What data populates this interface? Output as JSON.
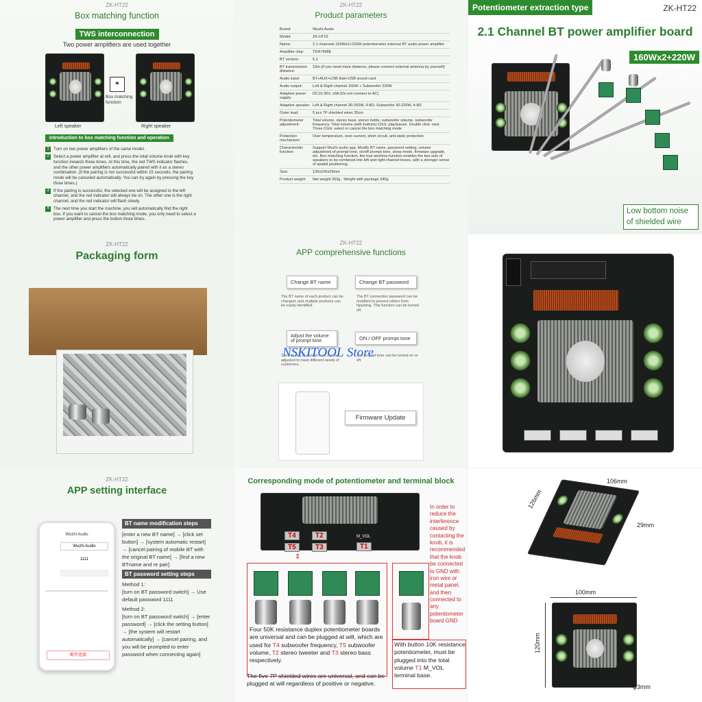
{
  "common": {
    "model": "ZK-HT22",
    "model_tagged": "ZK-HT22"
  },
  "panel1": {
    "title": "Box matching function",
    "banner": "TWS interconnection",
    "subtitle": "Two power amplifiers are used together",
    "left_label": "Left speaker",
    "right_label": "Right speaker",
    "middle_label": "Box matching function",
    "intro": "Introduction to box matching function and operation",
    "steps": [
      "Turn on two power amplifiers of the same model.",
      "Select a power amplifier at will, and press the total volume knob with key function inwards three times. At this time, the red TWS indicator flashes, and the other power amplifiers automatically paired with it as a stereo combination. (if the pairing is not successful within 15 seconds, the pairing mode will be canceled automatically. You can try again by pressing the key three times.)",
      "If the pairing is successful, the selected one will be assigned to the left channel, and the red indicator will always be on. The other one is the right channel, and the red indicator will flash slowly.",
      "The next time you start the machine, you will automatically find the right box. If you want to cancel the box matching mode, you only need to select a power amplifier and press the button three times."
    ]
  },
  "panel2": {
    "title": "Product parameters",
    "rows": [
      {
        "k": "Brand:",
        "v": "Wuzhi Audio"
      },
      {
        "k": "Model:",
        "v": "ZK-HT22"
      },
      {
        "k": "Name:",
        "v": "2.1 channels 160Wx2+220W potentiometer external BT audio power amplifier"
      },
      {
        "k": "Amplifier chip:",
        "v": "TDA7498E"
      },
      {
        "k": "BT version:",
        "v": "5.1"
      },
      {
        "k": "BT transmission distance:",
        "v": "10m (if you need more distance, please connect external antenna by yourself)"
      },
      {
        "k": "Audio input:",
        "v": "BT+AUX+USB disk+USB sound card"
      },
      {
        "k": "Audio output:",
        "v": "Left & Right channel 160W + Subwoofer 220W"
      },
      {
        "k": "Adaptive power supply:",
        "v": "DC15-36V, ≥9A (Do not connect to AC)"
      },
      {
        "k": "Adaptive speaker:",
        "v": "Left & Right channel 30-200W, 4-8Ω; Subwoofer 30-220W, 4-8Ω"
      },
      {
        "k": "Outer lead:",
        "v": "5 pcs 7P shielded wires 35cm"
      },
      {
        "k": "Potentiometer adjustment:",
        "v": "Total volume, stereo bass, stereo treble, subwoofer volume, subwoofer frequency. Total volume (with buttons) Click: play/pause. Double click: next. Three Click: select or cancel the box matching mode"
      },
      {
        "k": "Protection mechanism:",
        "v": "Over temperature, over-current, short circuit, anti-static protection"
      },
      {
        "k": "Characteristic function:",
        "v": "Support Wuzhi audio app. Modify BT name, password setting, volume adjustment of prompt tone, on/off prompt tone, sleep mode, firmware upgrade, etc. Box matching function, the true wireless function enables the two sets of speakers to be combined into left and right channel boxes, with a stronger sense of spatial positioning."
      },
      {
        "k": "Size:",
        "v": "126x106x29mm"
      },
      {
        "k": "Product weight:",
        "v": "Net weight 263g , Weight with package 340g"
      }
    ]
  },
  "panel3": {
    "banner": "Potentiometer extraction type",
    "title": "2.1 Channel BT power amplifier board",
    "power": "160Wx2+220W",
    "note": "Low bottom noise of shielded wire"
  },
  "panel4": {
    "title": "Packaging form"
  },
  "panel5": {
    "title": "APP comprehensive functions",
    "items": [
      {
        "label": "Change BT name",
        "desc": "The BT name of each product can be changed, and multiple products can be easily identified."
      },
      {
        "label": "Change BT password",
        "desc": "The BT connection password can be modified to prevent others from hijacking. This function can be turned off."
      },
      {
        "label": "Adjust the volume of prompt tone",
        "desc": "The volume of prompt tone can be adjusted to meet different needs of customers."
      },
      {
        "label": "ON / OFF prompt tone",
        "desc": "The prompt tone can be turned on or off."
      }
    ],
    "firmware": "Firmware Update",
    "watermark": "NSKITOOL Store"
  },
  "panel6": {},
  "panel7": {
    "title": "APP setting interface",
    "phone_header": "Wuzhi Audio",
    "phone_name": "Wuzhi Audio",
    "phone_pwd": "1111",
    "phone_button": "断开连接",
    "hdr1": "BT name modification steps",
    "steps1": "[enter a new BT name] → [click set button] → [system automatic restart] → [cancel pairing of mobile BT with the original BT name] → [find a new BTname and re pair]",
    "hdr2": "BT password setting steps",
    "m1": "Method 1:",
    "m1text": "[turn on BT password switch] → Use default password 1111",
    "m2": "Method 2:",
    "m2text": "[turn on BT password switch] → [enter password] → [click the setting button] → [the system will restart automatically] → [cancel pairing, and you will be prompted to enter password when connecting again]"
  },
  "panel8": {
    "title": "Corresponding mode of potentiometer and terminal block",
    "labels": [
      "T4",
      "T2",
      "T5",
      "T3",
      "T1"
    ],
    "mvol": "M_VOL",
    "red_note": "In order to reduce the interference caused by contacting the knob, it is recommended that the knob be connected to GND with iron wire or metal panel, and then connected to any potentiometer board GND",
    "text1_a": "Four 50K resistance duplex potentiometer boards are universal and can be plugged at will, which are used for ",
    "t4": "T4",
    "text1_b": " subwoofer frequency, ",
    "t5": "T5",
    "text1_c": " subwoofer volume, ",
    "t2": "T2",
    "text1_d": " stereo tweeter and ",
    "t3": "T3",
    "text1_e": " stereo bass respectively.",
    "text2": "With button 10K resistance potentiometer, must be plugged into the total volume ",
    "t1": "T1",
    "text2_b": " M_VOL terminal base.",
    "text3": "The five 7P shielded wires are universal, and can be plugged at will regardless of positive or negative."
  },
  "panel9": {
    "dims": [
      "106mm",
      "126mm",
      "29mm",
      "100mm",
      "120mm",
      "φ3mm"
    ]
  }
}
